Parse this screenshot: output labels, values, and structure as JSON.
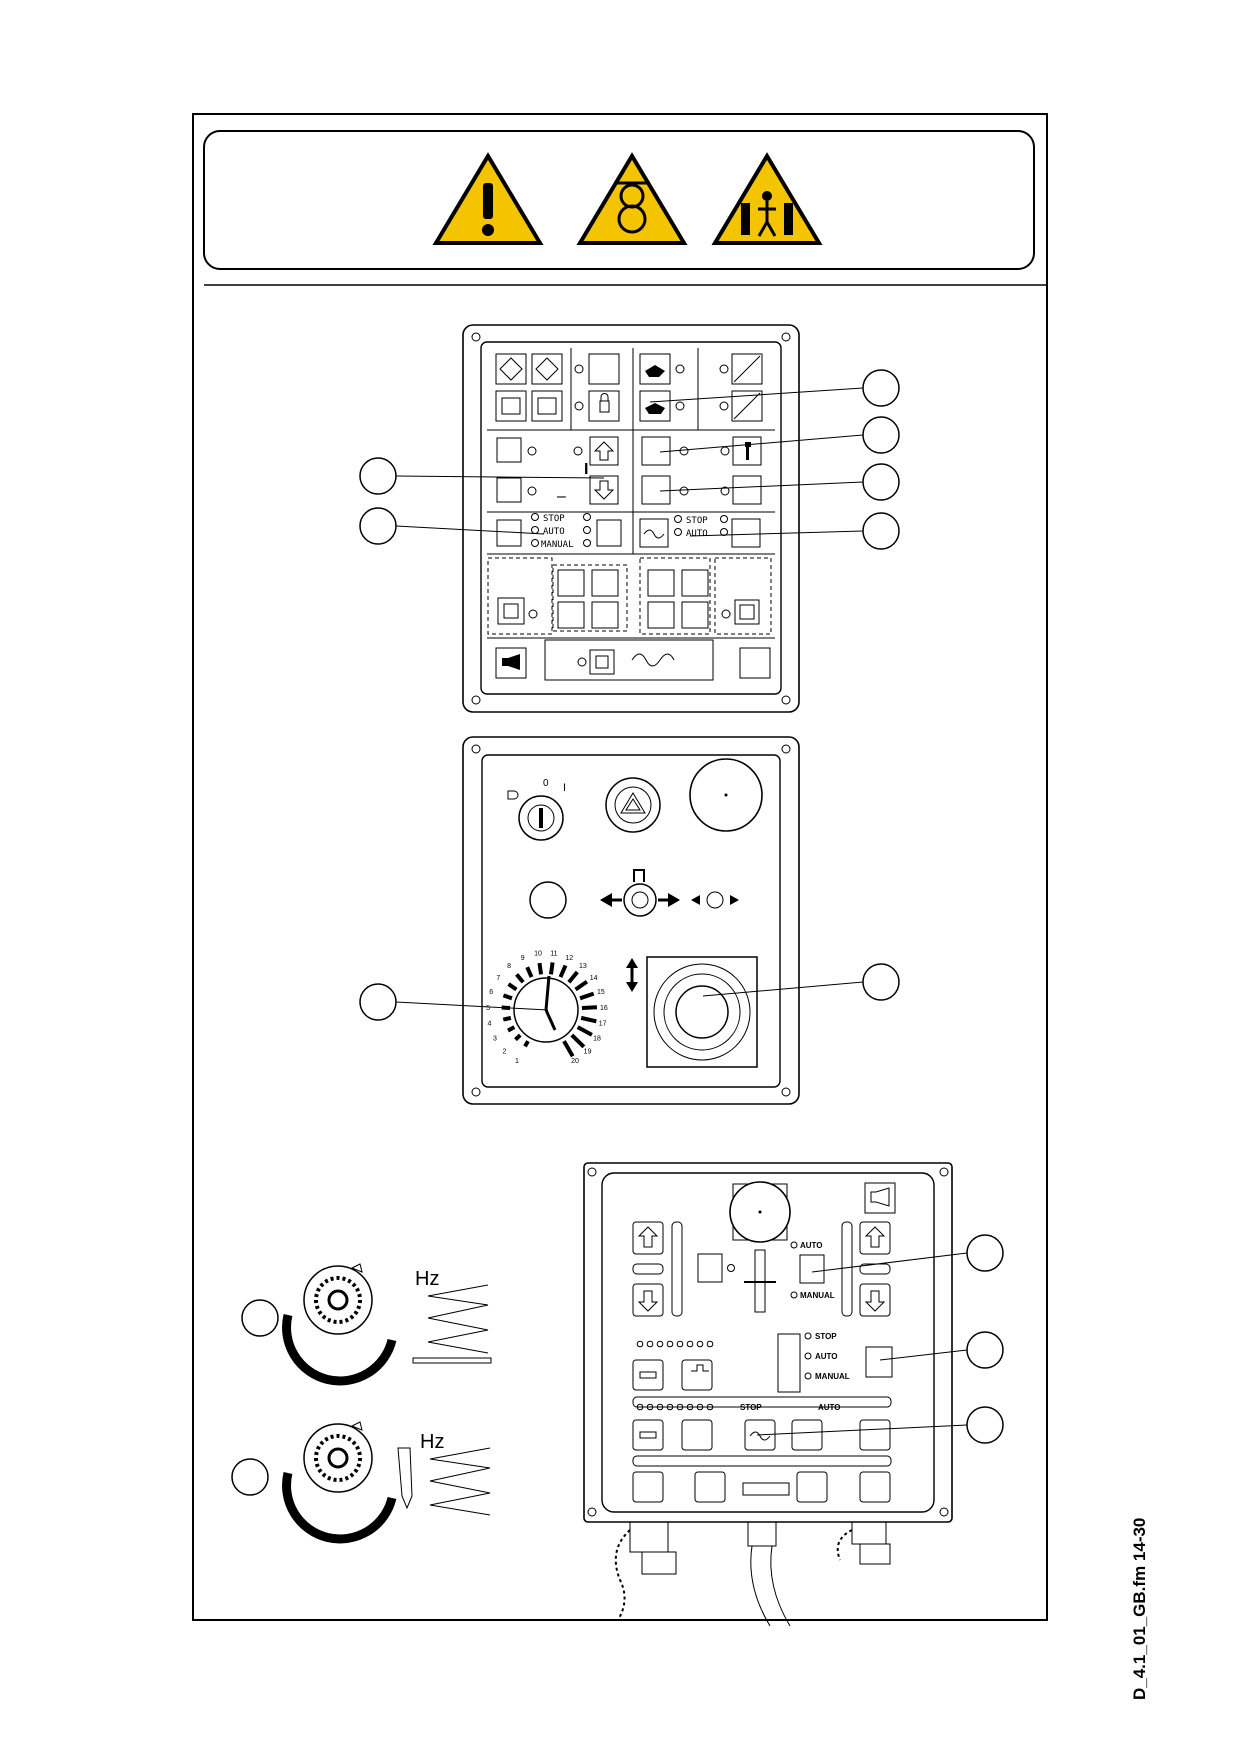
{
  "document_id": "D_4.1_01_GB.fm 14-30",
  "warnings": {
    "icons": [
      "general-warning-icon",
      "rotating-roller-hazard-icon",
      "crushing-hazard-icon"
    ],
    "color": "#f5c400"
  },
  "panel_a": {
    "mode_left": {
      "stop": "STOP",
      "auto": "AUTO",
      "manual": "MANUAL"
    },
    "mode_right": {
      "stop": "STOP",
      "auto": "AUTO"
    },
    "sign_on": "I",
    "sign_off": "–"
  },
  "panel_b": {
    "key_switch_positions": {
      "off": "0",
      "on": "I"
    },
    "dial_scale": [
      "1",
      "2",
      "3",
      "4",
      "5",
      "6",
      "7",
      "8",
      "9",
      "10",
      "11",
      "12",
      "13",
      "14",
      "15",
      "16",
      "17",
      "18",
      "19",
      "20"
    ]
  },
  "panel_c": {
    "mode_1": {
      "auto": "AUTO",
      "manual": "MANUAL"
    },
    "mode_2": {
      "stop": "STOP",
      "auto": "AUTO",
      "manual": "MANUAL"
    },
    "mode_3": {
      "stop": "STOP",
      "auto": "AUTO"
    }
  },
  "details": {
    "unit": "Hz"
  }
}
